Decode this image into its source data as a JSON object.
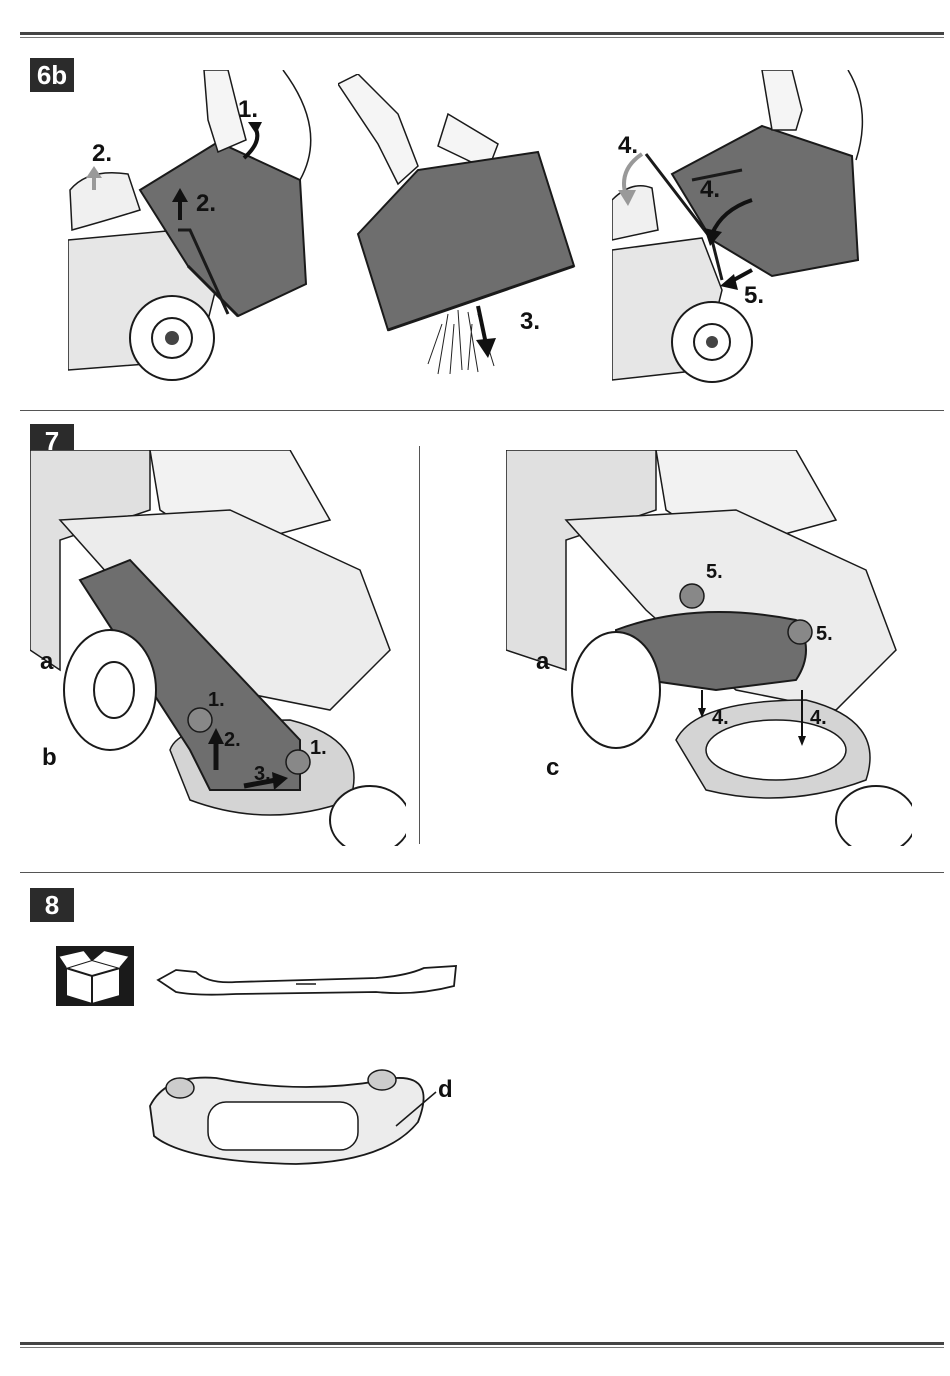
{
  "sections": [
    {
      "badge": "6b",
      "panels": [
        {
          "labels": [
            "1.",
            "2.",
            "2."
          ]
        },
        {
          "labels": [
            "3."
          ]
        },
        {
          "labels": [
            "4.",
            "4.",
            "5."
          ]
        }
      ]
    },
    {
      "badge": "7",
      "panels": [
        {
          "labels": [
            "a",
            "b",
            "1.",
            "2.",
            "3.",
            "1."
          ]
        },
        {
          "labels": [
            "a",
            "c",
            "5.",
            "5.",
            "4.",
            "4."
          ]
        }
      ]
    },
    {
      "badge": "8",
      "panels": [
        {
          "labels": [
            "d"
          ]
        }
      ]
    }
  ],
  "colors": {
    "bag_fill": "#6e6e6e",
    "body_fill": "#e6e6e6",
    "line": "#1a1a1a",
    "badge_bg": "#2b2b2b"
  },
  "icons": [
    "box-icon",
    "blade-icon",
    "mulch-cover-icon",
    "hand-icon",
    "arrow-icon"
  ]
}
